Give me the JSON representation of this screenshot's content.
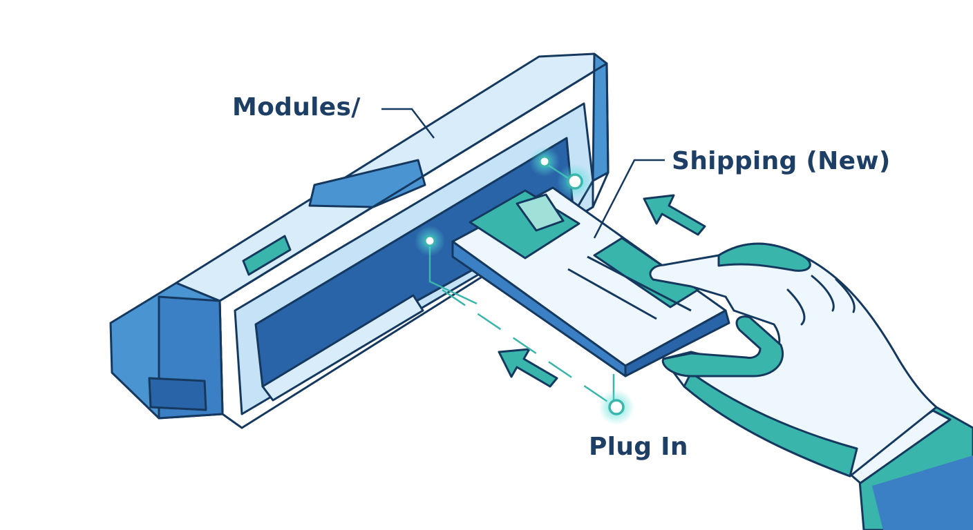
{
  "labels": {
    "modules": "Modules/",
    "shipping": "Shipping (New)",
    "plug_in": "Plug In"
  },
  "colors": {
    "outline": "#15385f",
    "light_blue": "#d9ecf9",
    "mid_blue": "#4a94d2",
    "dark_blue": "#2a64a8",
    "teal": "#3ab5ab",
    "glow": "#53e0d8",
    "label_text": "#1d3f66"
  },
  "icons": [
    "arrow-icon",
    "connector-dot-icon",
    "hand-icon",
    "card-module-icon"
  ]
}
